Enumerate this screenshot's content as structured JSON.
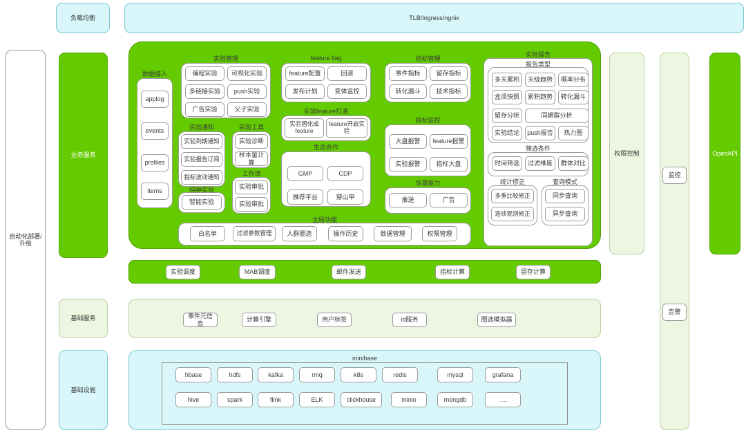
{
  "top": {
    "load_balance": "负载均衡",
    "ingress": "TLB/Ingress/ngnix"
  },
  "left_rail": {
    "deploy": "自动化部署/升级",
    "layers": [
      {
        "name": "业务服务"
      },
      {
        "name": "基础服务"
      },
      {
        "name": "基础设施"
      }
    ]
  },
  "right_rail": {
    "permission": "权限控制",
    "monitor_column": {
      "monitor": "监控",
      "alarm": "告警"
    },
    "openapi": "OpenAPI"
  },
  "business": {
    "data_access": {
      "title": "数据接入",
      "items": [
        "applog",
        "events",
        "profiles",
        "items"
      ]
    },
    "experiment_manage": {
      "title": "实验管理",
      "items": [
        "编程实验",
        "可视化实验",
        "多链接实验",
        "push实验",
        "广告实验",
        "父子实验"
      ]
    },
    "experiment_notify": {
      "title": "实验通知",
      "items": [
        "实验到期通知",
        "实验报告订阅",
        "指标波动通知"
      ]
    },
    "special_experiment": {
      "title": "特种实验",
      "items": [
        "智能实验"
      ]
    },
    "experiment_tools": {
      "title": "实验工具",
      "items": [
        "实验诊断",
        "样本量计算"
      ]
    },
    "workflow": {
      "title": "工作流",
      "items": [
        "实验审批",
        "实验审批"
      ]
    },
    "feature_flag": {
      "title": "feature flag",
      "items": [
        "feature配置",
        "回滚",
        "发布计划",
        "变体监控"
      ]
    },
    "feature_link": {
      "title": "实验feature打通",
      "items": [
        "实验固化成feature",
        "feature开启实验"
      ]
    },
    "eco": {
      "title": "生态合作",
      "items": [
        "GMP",
        "CDP",
        "推荐平台",
        "穿山甲"
      ]
    },
    "metric_manage": {
      "title": "指标管理",
      "items": [
        "事件指标",
        "留存指标",
        "转化漏斗",
        "技术指标"
      ]
    },
    "metric_monitor": {
      "title": "指标监控",
      "items": [
        "大盘报警",
        "feature报警",
        "实验报警",
        "指标大盘"
      ]
    },
    "scene": {
      "title": "场景能力",
      "items": [
        "推送",
        "广告"
      ]
    },
    "report": {
      "title": "实验报告",
      "report_type": {
        "title": "报告类型",
        "row1": [
          "多天累积",
          "天级趋势",
          "概率分布"
        ],
        "row2": [
          "盒须快照",
          "累积趋势",
          "转化漏斗"
        ],
        "row3": [
          "留存分析",
          "同期群分析"
        ],
        "row4": [
          "实验结论",
          "push报告",
          "热力图"
        ]
      },
      "filter": {
        "title": "筛选条件",
        "items": [
          "时间筛选",
          "过滤维度",
          "群体对比"
        ]
      },
      "stat_correct": {
        "title": "统计修正",
        "items": [
          "多重比较修正",
          "连续观测修正"
        ]
      },
      "query_mode": {
        "title": "查询模式",
        "items": [
          "同步查询",
          "异步查询"
        ]
      }
    },
    "global": {
      "title": "全局功能",
      "items": [
        "白名单",
        "过滤参数管理",
        "人群圈选",
        "操作历史",
        "数据管理",
        "权限管理"
      ]
    }
  },
  "task_bar": {
    "items": [
      "实验调度",
      "MAB调度",
      "邮件发送",
      "指标计算",
      "留存计算"
    ]
  },
  "base_service": {
    "items": [
      "事件元信息",
      "计算引擎",
      "用户标签",
      "id服务",
      "圈选模拟器"
    ]
  },
  "infra": {
    "title": "minibase",
    "row1": [
      "hbase",
      "hdfs",
      "kafka",
      "rmq",
      "k8s",
      "redis",
      "mysql",
      "grafana"
    ],
    "row2": [
      "hive",
      "spark",
      "flink",
      "ELK",
      "clickhouse",
      "minio",
      "mongdb",
      "....."
    ]
  },
  "colors": {
    "green": "#63cb00",
    "cyan": "#d9f7fa",
    "pale_green": "#edf6e1"
  }
}
